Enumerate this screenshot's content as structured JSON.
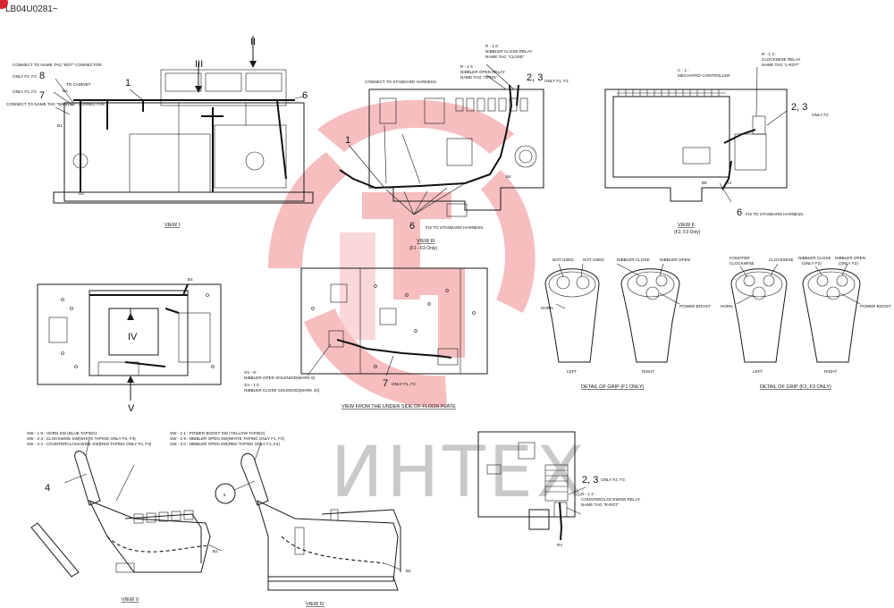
{
  "doc_code": "LB04U0281~",
  "watermark": {
    "text": "ИНТЕХ",
    "logo": "intech-gear-logo",
    "color": "#f5b3b3"
  },
  "view_i": {
    "caption": "VIEW I",
    "labels": {
      "connect_bot": "CONNECT TO NAME TAG \"BOT\" CONNECTOR.",
      "only_f2f3": "ONLY F2, F3",
      "to_cabinet": "TO CABINET",
      "only_f1f2": "ONLY F1, F2",
      "connect_nibbler": "CONNECT TO NAME TAG \"NIBBLER\" CONNECTOR.",
      "b4": "B4",
      "b1": "B1",
      "r2": "R2"
    },
    "callouts": [
      "1",
      "8",
      "7",
      "6",
      "III",
      "II"
    ]
  },
  "view_iii": {
    "caption": "VIEW III",
    "subcaption": "(F1 - F3 Only)",
    "labels": {
      "connect_std": "CONNECT TO STANDARD HARNESS.",
      "r16": "R - 1 6 :",
      "r16_desc1": "NIBBLER CLOSE RELAY",
      "r16_desc2": "NAME TAG \"CLOSE\"",
      "r15": "R - 1 5 :",
      "r15_desc1": "NIBBLER OPEN RELAY",
      "r15_desc2": "NAME TAG \"OPEN\"",
      "only_f1f2": "ONLY F1, F2",
      "fix_std": "FIX TO STANDARD HARNESS.",
      "b4": "B4"
    },
    "callouts": [
      "1",
      "2, 3",
      "6"
    ]
  },
  "view_ii": {
    "caption": "VIEW II",
    "subcaption": "(F2, F3 Only)",
    "labels": {
      "c1": "C - 1 :",
      "c1_desc": "MECHATRO CONTROLLER",
      "r13": "R - 1 3 :",
      "r13_desc1": "CLOCKWISE RELAY",
      "r13_desc2": "NAME TAG \"L-ROT\"",
      "only_f2": "ONLY F2",
      "fix_std": "FIX TO STANDARD HARNESS.",
      "b5": "B5",
      "r4": "R4"
    },
    "callouts": [
      "2, 3",
      "6"
    ]
  },
  "view_iv_plate": {
    "callouts": [
      "IV",
      "V"
    ],
    "labels": {
      "b4": "B4"
    }
  },
  "floor_plate": {
    "caption": "VIEW FROM THE UNDER SIDE OF FLOOR PLATE",
    "labels": {
      "sv9": "SV - 9 :",
      "sv9_desc": "NIBBLER OPEN SOLENOID(MARK 9)",
      "sv10": "SV - 1 0 :",
      "sv10_desc": "NIBBLER CLOSE SOLENOID(MARK 10)",
      "only_f1f2": "ONLY F1, F2"
    },
    "callouts": [
      "7"
    ]
  },
  "grip_f1": {
    "caption": "DETAIL OF GRIP (F1 ONLY)",
    "labels": {
      "not_used1": "NOT USED",
      "not_used2": "NOT USED",
      "horn": "HORN",
      "nibbler_close": "NIBBLER CLOSE",
      "nibbler_open": "NIBBLER OPEN",
      "power_boost": "POWER BOOST",
      "left": "LEFT",
      "right": "RIGHT"
    }
  },
  "grip_f2f3": {
    "caption": "DETAIL OF GRIP (F2, F3 ONLY)",
    "labels": {
      "counter_cw1": "COUNTER",
      "counter_cw2": "CLOCKWISE",
      "clockwise": "CLOCKWISE",
      "nibbler_close": "NIBBLER CLOSE",
      "nibbler_close_sub": "(ONLY F2)",
      "nibbler_open": "NIBBLER OPEN",
      "nibbler_open_sub": "(ONLY F2)",
      "horn": "HORN",
      "power_boost": "POWER BOOST",
      "left": "LEFT",
      "right": "RIGHT"
    }
  },
  "view_v": {
    "caption": "VIEW V",
    "labels": {
      "sw19": "SW - 1 9 : HORN SW (BLUE TAPING)",
      "sw33": "SW - 3 3 : CLOCKWISE SW(WHITE TAPING ONLY F2, F3)",
      "sw34": "SW - 3 4 : COUNTERCLOCKWISE SW(RED TAPING ONLY F2, F3)",
      "b3": "B3"
    },
    "callouts": [
      "4"
    ]
  },
  "view_iv": {
    "caption": "VIEW IV",
    "labels": {
      "sw21": "SW - 2 1 : POWER BOOST SW (YELLOW TAPING)",
      "sw29": "SW - 2 9 : NIBBLER OPEN SW(WHITE TAPING ONLY F1, F2)",
      "sw30": "SW - 3 0 : NIBBLER OPEN SW(RED TAPING ONLY F1, F2)",
      "b2": "B2"
    },
    "callouts": [
      "5"
    ]
  },
  "relay_detail": {
    "labels": {
      "only_f2f3": "ONLY F2, F3",
      "r12": "R - 1 2 :",
      "r12_desc1": "COUNTERCLOCKWISE RELAY",
      "r12_desc2": "NAME TAG \"R-ROT\"",
      "r4": "R4"
    },
    "callouts": [
      "2, 3"
    ]
  }
}
